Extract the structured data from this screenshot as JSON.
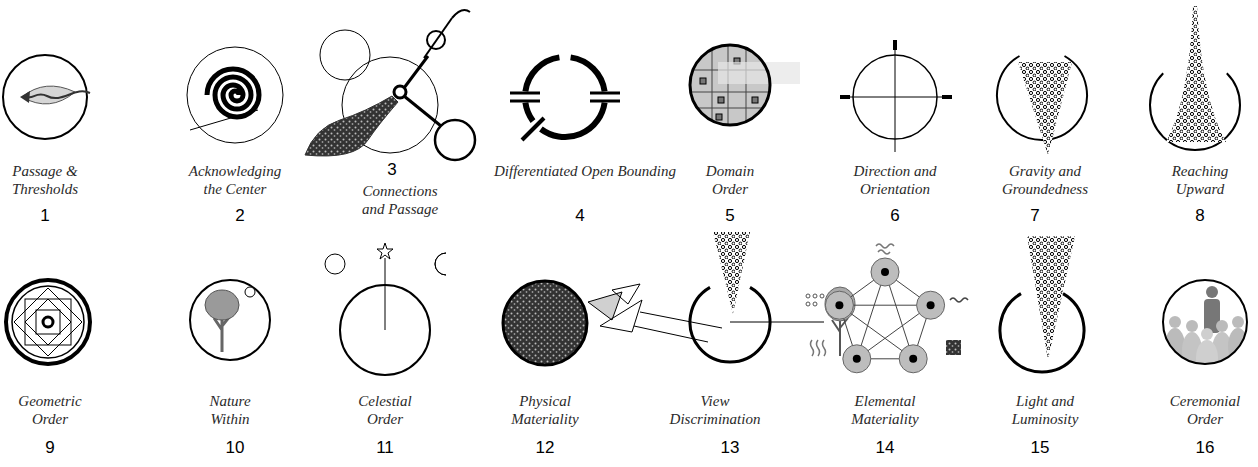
{
  "diagram": {
    "labels": [
      "Passage & Thresholds",
      "1",
      "Acknowledging the Center",
      "2",
      "3",
      "Connections and Passage",
      "Differentiated Open Bounding",
      "4",
      "Domain Order",
      "5",
      "Direction and Orientation",
      "6",
      "Gravity and Groundedness",
      "7",
      "Reaching Upward",
      "8",
      "Geometric Order",
      "9",
      "Nature Within",
      "10",
      "Celestial Order",
      "11",
      "Physical Materiality",
      "12",
      "View Discrimination",
      "13",
      "Elemental Materiality",
      "14",
      "Light and Luminosity",
      "15",
      "Ceremonial Order",
      "16"
    ]
  }
}
